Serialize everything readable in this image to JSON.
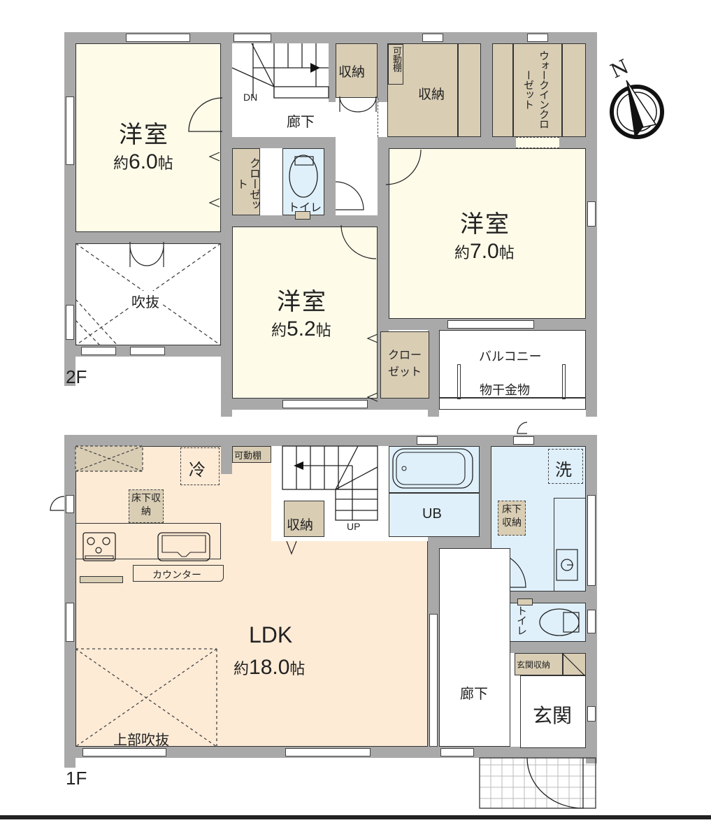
{
  "colors": {
    "wall": "#a9a9a9",
    "bedroom": "#fefbe9",
    "storage": "#d9cdb4",
    "wet_area": "#dff0fb",
    "ldk": "#fdebd6",
    "outline": "#333333"
  },
  "compass": {
    "label": "N"
  },
  "floor2": {
    "label": "2F",
    "rooms": {
      "bedroom_a": {
        "name": "洋室",
        "prefix": "約",
        "size": "6.0",
        "unit": "帖"
      },
      "bedroom_b": {
        "name": "洋室",
        "prefix": "約",
        "size": "7.0",
        "unit": "帖"
      },
      "bedroom_c": {
        "name": "洋室",
        "prefix": "約",
        "size": "5.2",
        "unit": "帖"
      },
      "corridor": {
        "name": "廊下"
      },
      "stairs_dn": {
        "name": "DN"
      },
      "storage_1": {
        "name": "収納"
      },
      "storage_2": {
        "name": "収納"
      },
      "adjustable_shelf": {
        "name": "可動棚"
      },
      "walk_in_closet": {
        "name": "ウォークインクローゼット"
      },
      "closet_a": {
        "name": "クローゼット"
      },
      "closet_c": {
        "name": "クローゼット"
      },
      "toilet": {
        "name": "トイレ"
      },
      "void": {
        "name": "吹抜"
      },
      "balcony": {
        "name": "バルコニー",
        "sub": "物干金物"
      }
    }
  },
  "floor1": {
    "label": "1F",
    "rooms": {
      "ldk": {
        "name": "LDK",
        "prefix": "約",
        "size": "18.0",
        "unit": "帖"
      },
      "void_above": {
        "name": "上部吹抜"
      },
      "fridge": {
        "name": "冷"
      },
      "adjustable_shelf": {
        "name": "可動棚"
      },
      "underfloor_storage_kitchen": {
        "name": "床下収納"
      },
      "counter": {
        "name": "カウンター"
      },
      "storage": {
        "name": "収納"
      },
      "stairs_up": {
        "name": "UP"
      },
      "unit_bath": {
        "name": "UB"
      },
      "washer": {
        "name": "洗"
      },
      "underfloor_storage_wash": {
        "name": "床下収納"
      },
      "toilet": {
        "name": "トイレ"
      },
      "corridor": {
        "name": "廊下"
      },
      "entrance_storage": {
        "name": "玄関収納"
      },
      "entrance": {
        "name": "玄関"
      }
    }
  }
}
